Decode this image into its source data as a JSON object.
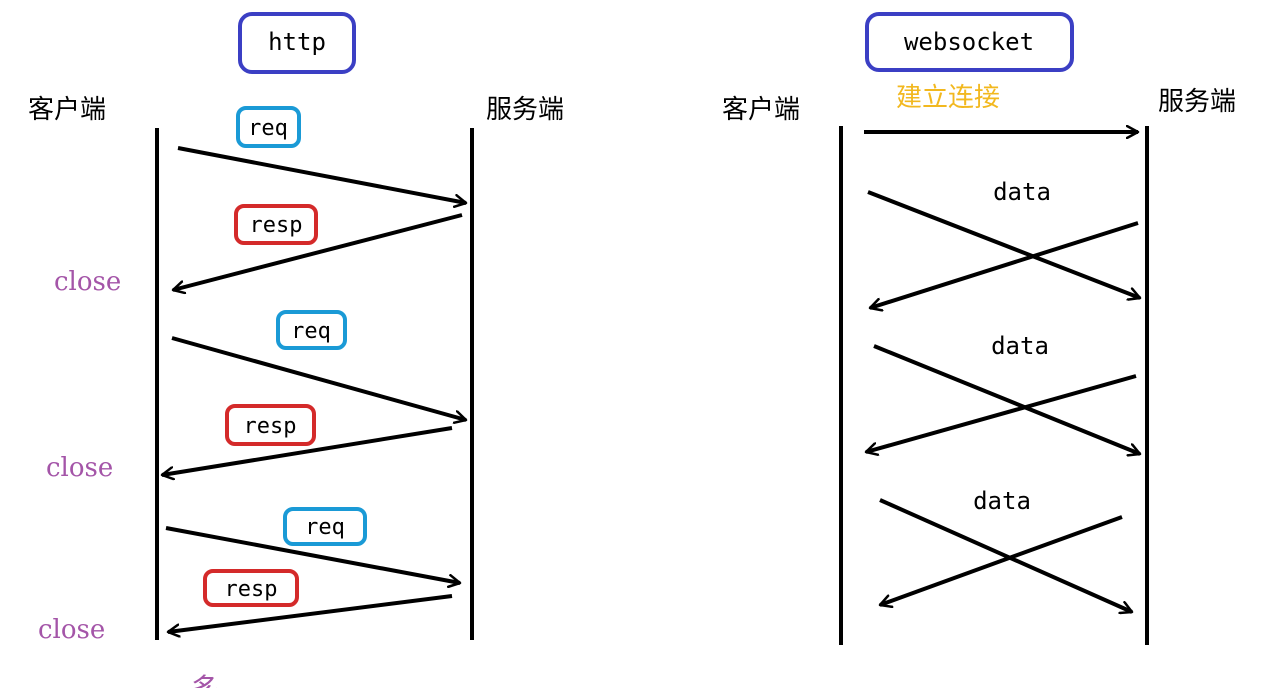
{
  "http": {
    "title": "http",
    "client_label": "客户端",
    "server_label": "服务端",
    "messages": [
      {
        "req": "req",
        "resp": "resp",
        "close": "close"
      },
      {
        "req": "req",
        "resp": "resp",
        "close": "close"
      },
      {
        "req": "req",
        "resp": "resp",
        "close": "close"
      }
    ],
    "bottom_note": "多"
  },
  "websocket": {
    "title": "websocket",
    "client_label": "客户端",
    "server_label": "服务端",
    "connect_label": "建立连接",
    "data_labels": [
      "data",
      "data",
      "data"
    ]
  },
  "colors": {
    "title_box": "#3b3fc4",
    "req_box": "#1a9ad6",
    "resp_box": "#d42a2a",
    "close_text": "#a455a8",
    "connect_text": "#f2b81f",
    "line": "#000000"
  }
}
